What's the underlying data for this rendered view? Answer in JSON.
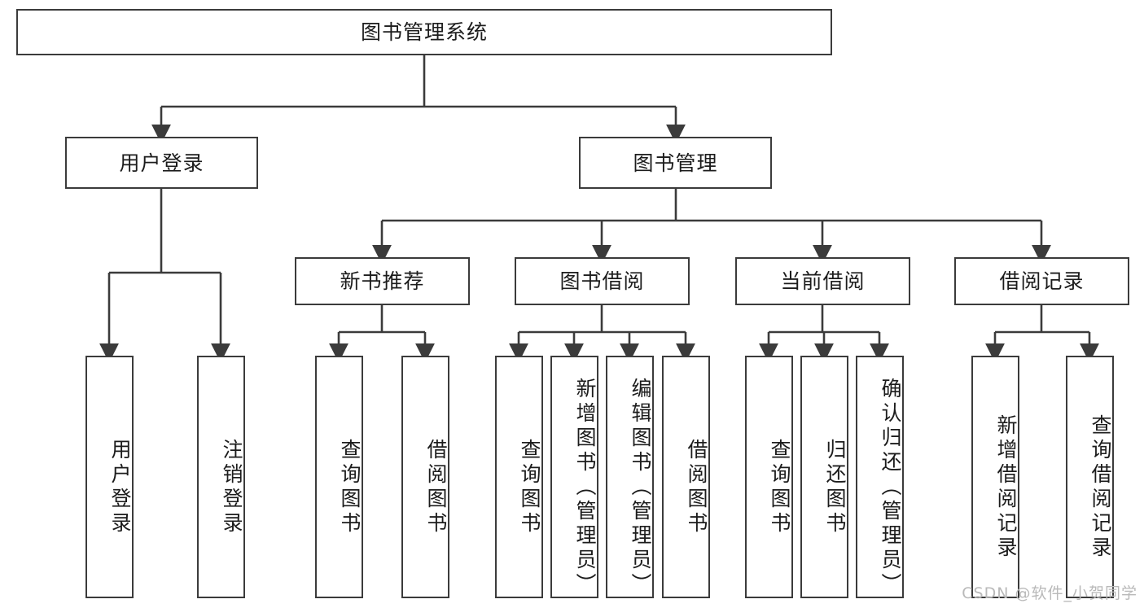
{
  "diagram": {
    "title": "图书管理系统",
    "type": "hierarchy-tree",
    "levels": 4,
    "colors": {
      "border": "#3b3b3b",
      "fill": "#ffffff",
      "text": "#1c1c1c",
      "watermark": "#b9b9b9"
    },
    "root": {
      "label": "图书管理系统"
    },
    "level2": [
      {
        "label": "用户登录"
      },
      {
        "label": "图书管理"
      }
    ],
    "level3": [
      {
        "label": "新书推荐"
      },
      {
        "label": "图书借阅"
      },
      {
        "label": "当前借阅"
      },
      {
        "label": "借阅记录"
      }
    ],
    "leaves": {
      "user_login": [
        {
          "label": "用户登录"
        },
        {
          "label": "注销登录"
        }
      ],
      "new_book_recommend": [
        {
          "label": "查询图书"
        },
        {
          "label": "借阅图书"
        }
      ],
      "book_borrow": [
        {
          "label": "查询图书"
        },
        {
          "label": "新增图书（管理员）"
        },
        {
          "label": "编辑图书（管理员）"
        },
        {
          "label": "借阅图书"
        }
      ],
      "current_borrow": [
        {
          "label": "查询图书"
        },
        {
          "label": "归还图书"
        },
        {
          "label": "确认归还（管理员）"
        }
      ],
      "borrow_record": [
        {
          "label": "新增借阅记录"
        },
        {
          "label": "查询借阅记录"
        }
      ]
    }
  },
  "watermark": {
    "text": "CSDN @软件_小贺同学"
  }
}
